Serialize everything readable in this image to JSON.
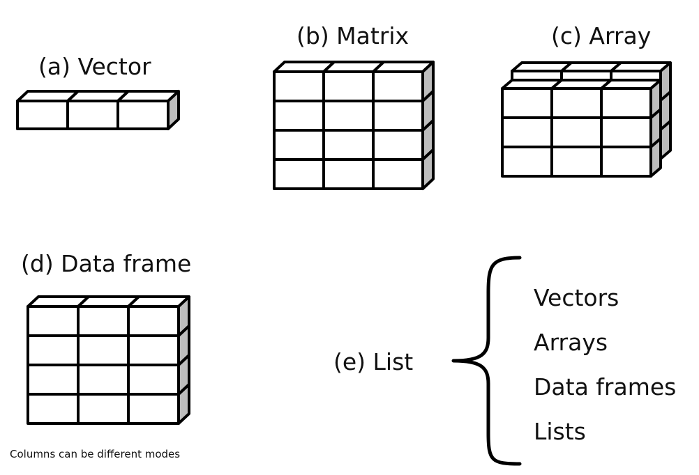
{
  "panels": {
    "vector": {
      "label": "(a) Vector"
    },
    "matrix": {
      "label": "(b) Matrix"
    },
    "array": {
      "label": "(c) Array"
    },
    "dataframe": {
      "label": "(d) Data frame",
      "note": "Columns can be different modes"
    },
    "list": {
      "label": "(e) List",
      "items": [
        "Vectors",
        "Arrays",
        "Data frames",
        "Lists"
      ]
    }
  }
}
